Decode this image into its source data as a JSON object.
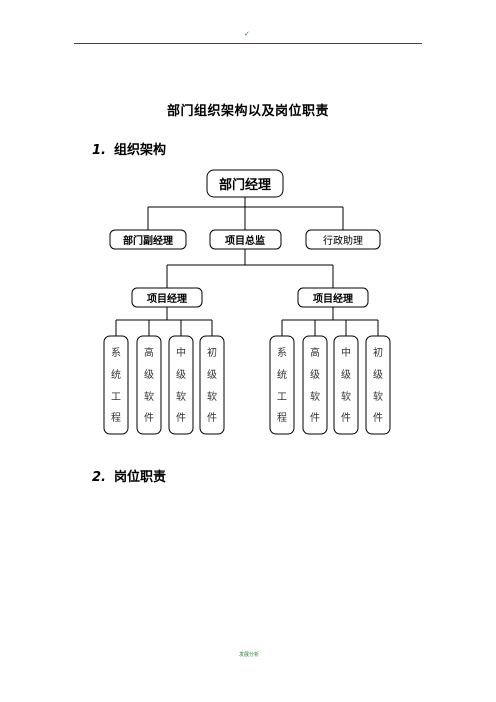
{
  "header": {
    "mark": "✓"
  },
  "title": "部门组织架构以及岗位职责",
  "sections": [
    {
      "number": "1.",
      "label": "组织架构"
    },
    {
      "number": "2.",
      "label": "岗位职责"
    }
  ],
  "org_chart": {
    "root": "部门经理",
    "level2": [
      "部门副经理",
      "项目总监",
      "行政助理"
    ],
    "level3": [
      "项目经理",
      "项目经理"
    ],
    "staff": [
      "系统工程",
      "高级软件",
      "中级软件",
      "初级软件",
      "系统工程",
      "高级软件",
      "中级软件",
      "初级软件"
    ]
  },
  "footer": {
    "mark": "发展分析"
  }
}
